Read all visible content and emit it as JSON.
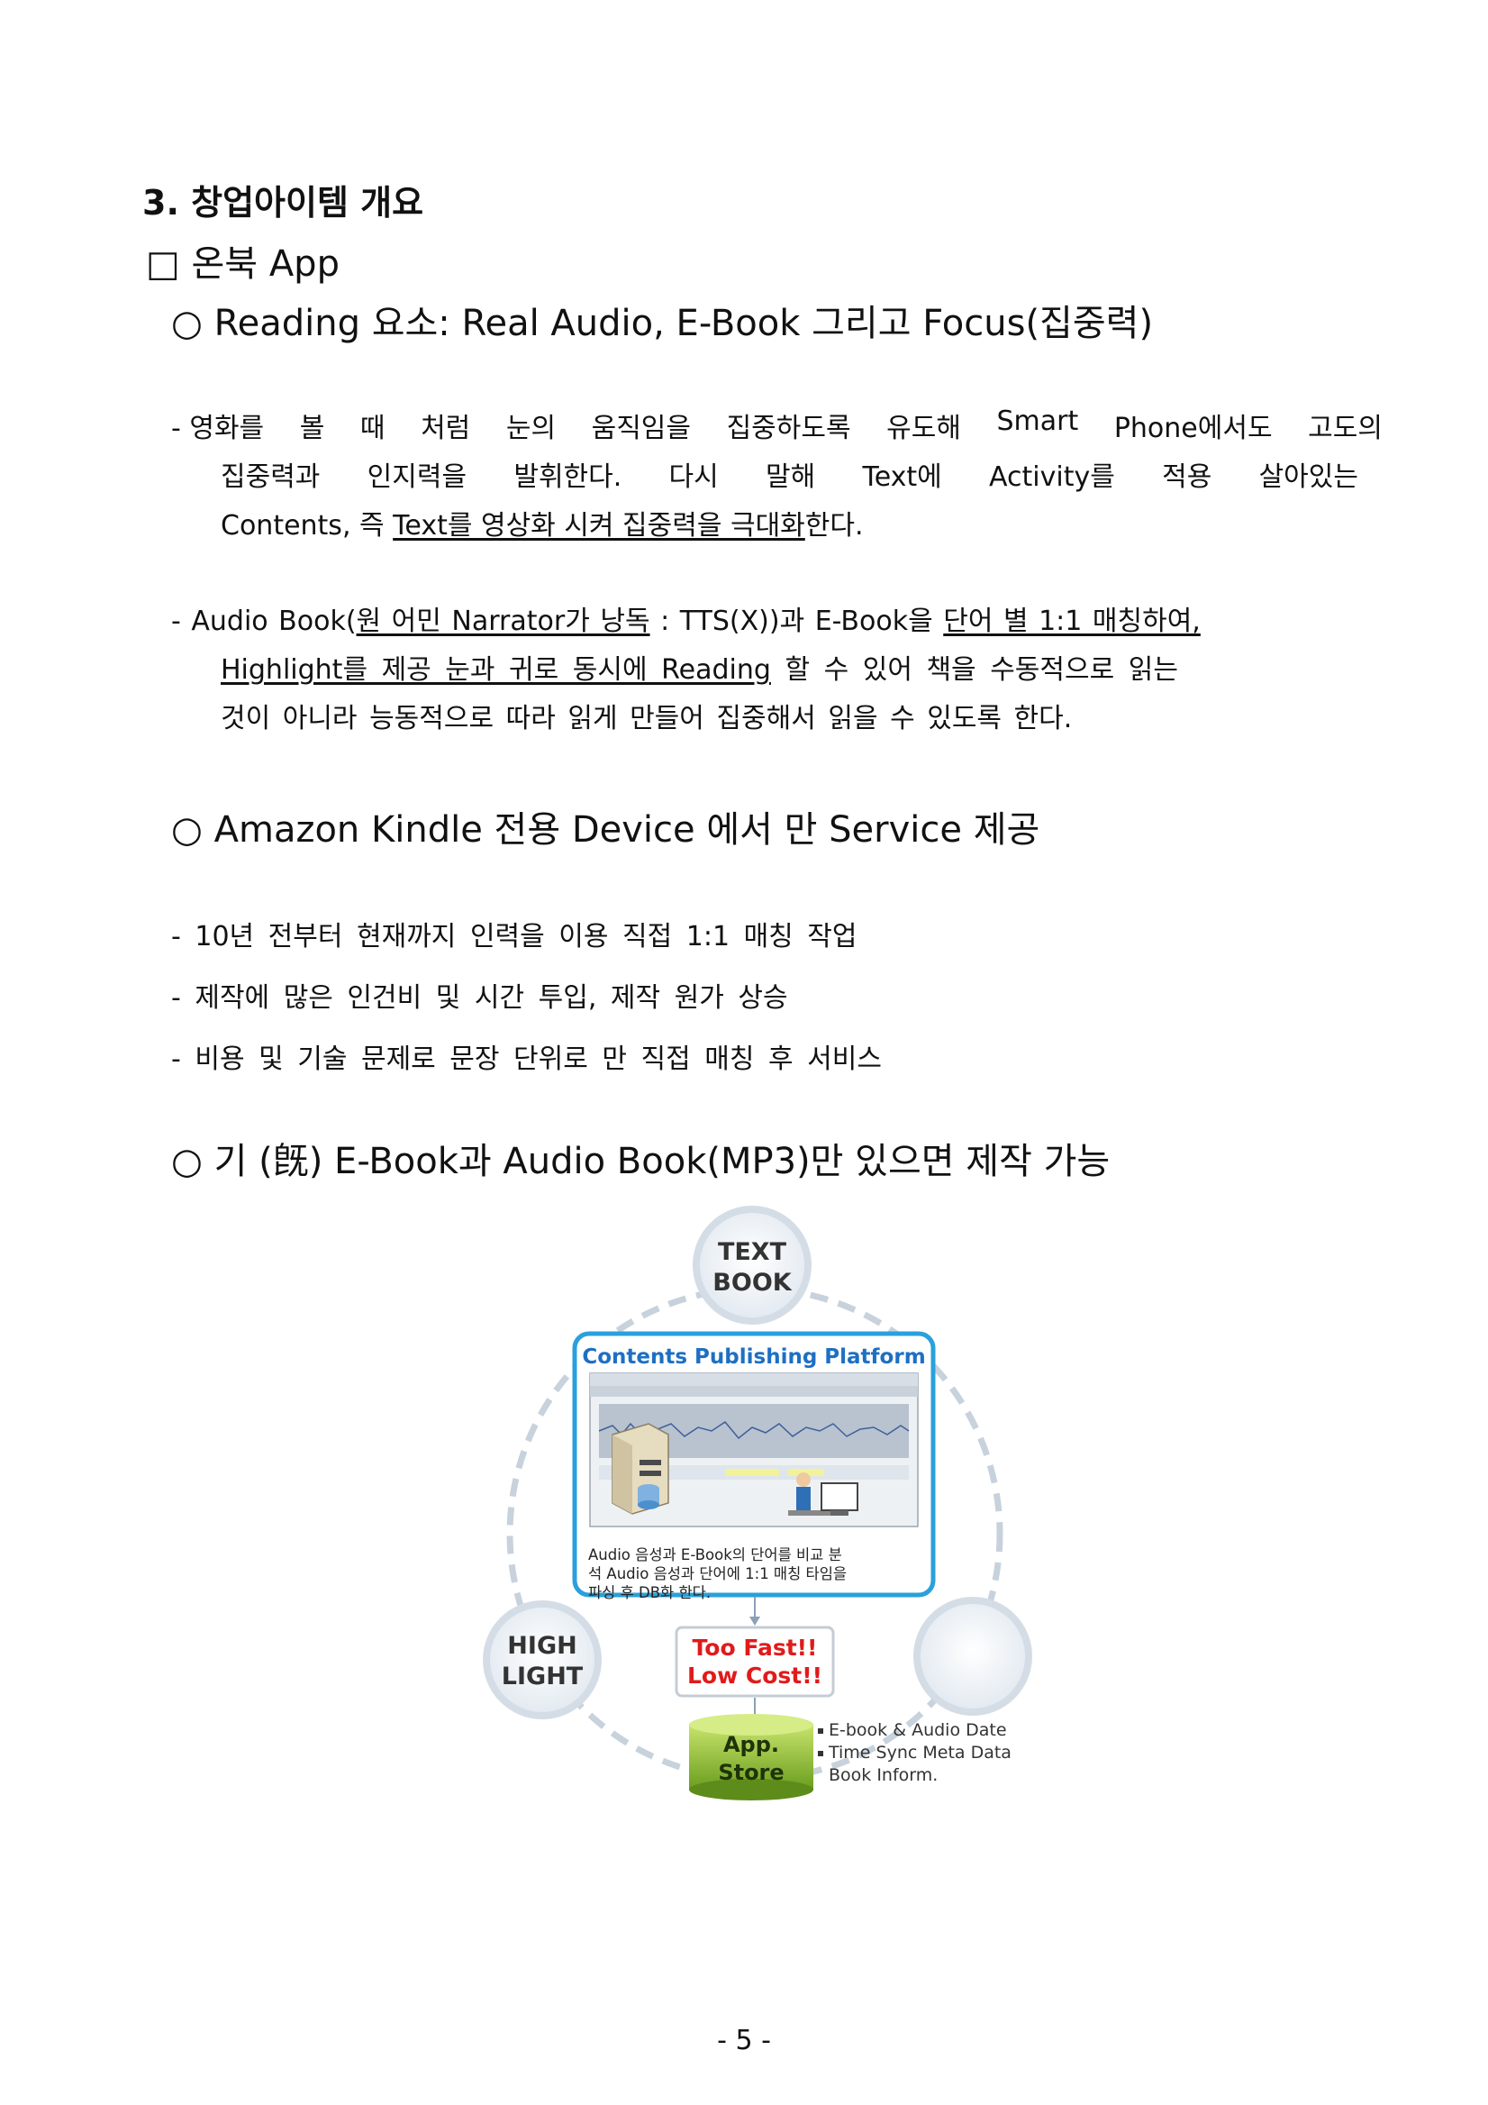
{
  "section_title": "3. 창업아이템 개요",
  "app_heading": "□ 온북 App",
  "point1": "○ Reading 요소: Real Audio, E-Book 그리고 Focus(집중력)",
  "para1": {
    "l1_words": [
      "- 영화를",
      "볼",
      "때",
      "처럼",
      "눈의",
      "움직임을",
      "집중하도록",
      "유도해",
      "Smart",
      "Phone에서도",
      "고도의"
    ],
    "l2_words": [
      "집중력과",
      "인지력을",
      "발휘한다.",
      "다시",
      "말해",
      "Text에",
      "Activity를",
      "적용",
      "살아있는"
    ],
    "l3_pre": "Contents, 즉 ",
    "l3_ul": "Text를 영상화 시켜 집중력을 극대화",
    "l3_post": "한다."
  },
  "para2": {
    "l1_a": "- Audio Book(",
    "l1_ul1": "원 어민 Narrator가 낭독",
    "l1_b": " : TTS(X))과  E-Book을 ",
    "l1_ul2": "단어 별 1:1 매칭하여,",
    "l2_ul": "Highlight를 제공 눈과 귀로 동시에 Reading",
    "l2_rest": "할 수 있어 책을 수동적으로 읽는",
    "l3": "것이 아니라 능동적으로 따라 읽게 만들어 집중해서 읽을 수 있도록 한다."
  },
  "point2": "○ Amazon Kindle 전용 Device 에서 만 Service 제공",
  "bullets": [
    "- 10년 전부터 현재까지 인력을 이용 직접 1:1 매칭 작업",
    "- 제작에 많은 인건비 및 시간 투입, 제작 원가 상승",
    "- 비용 및 기술 문제로 문장 단위로 만 직접 매칭 후 서비스"
  ],
  "point3": "○ 기 (旣) E-Book과 Audio Book(MP3)만 있으면 제작 가능",
  "diagram": {
    "text_book_l1": "TEXT",
    "text_book_l2": "BOOK",
    "platform_title": "Contents Publishing Platform",
    "platform_desc_l1": "Audio 음성과 E-Book의 단어를 비교 분",
    "platform_desc_l2": "석 Audio 음성과 단어에 1:1 매칭 타임을",
    "platform_desc_l3": "파싱 후 DB화 한다.",
    "highlight_l1": "HIGH",
    "highlight_l2": "LIGHT",
    "fast_l1": "Too Fast!!",
    "fast_l2": "Low Cost!!",
    "store_l1": "App.",
    "store_l2": "Store",
    "legend": [
      "E-book & Audio Date",
      "Time Sync Meta Data",
      "Book Inform."
    ],
    "colors": {
      "accent_blue": "#2aa0dc",
      "title_blue": "#1e6fc4",
      "red": "#e01b1b",
      "green": "#8bc34a",
      "dash_gray": "#c8d2dc"
    }
  },
  "page_number": "- 5 -"
}
